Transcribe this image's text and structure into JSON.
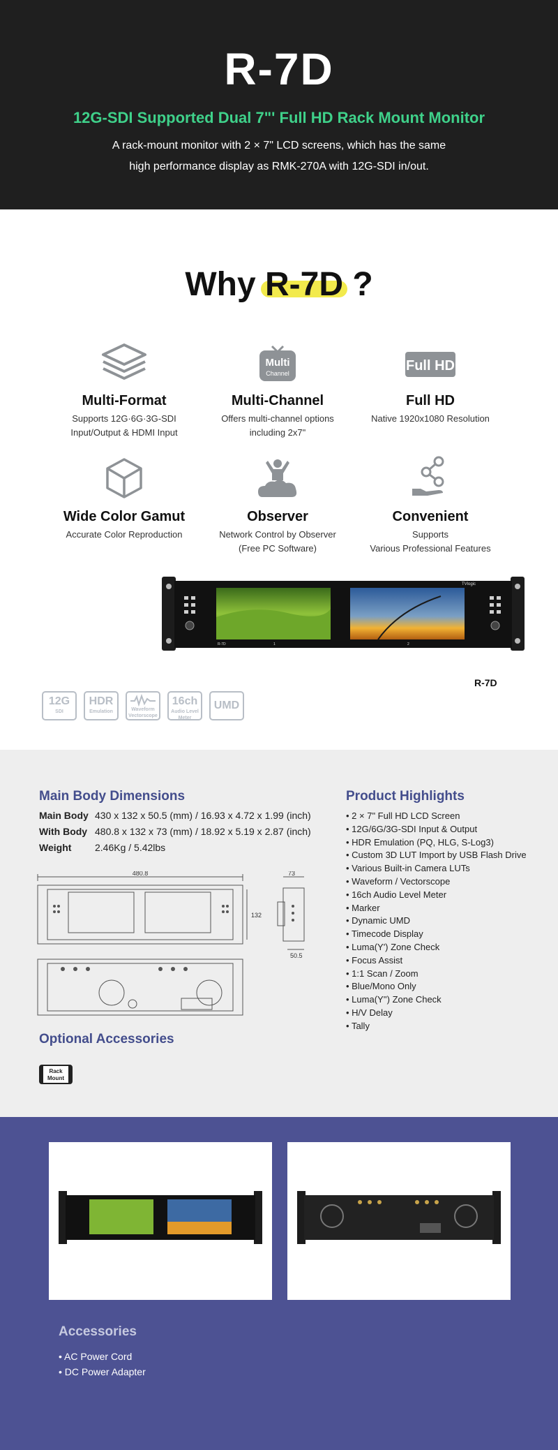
{
  "hero": {
    "title": "R-7D",
    "subtitle": "12G-SDI Supported Dual 7\"' Full HD Rack Mount Monitor",
    "desc_line1": "A rack-mount monitor with 2 × 7\" LCD screens, which has the same",
    "desc_line2": "high performance display as RMK-270A with 12G-SDI in/out."
  },
  "why": {
    "title_pre": "Why ",
    "title_highlight": "R-7D",
    "title_post": " ?",
    "features": [
      {
        "title": "Multi-Format",
        "line1": "Supports 12G·6G·3G-SDI",
        "line2": "Input/Output & HDMI Input",
        "icon": "layers-icon"
      },
      {
        "title": "Multi-Channel",
        "line1": "Offers multi-channel options",
        "line2": "including 2x7\"",
        "icon": "multi-channel-tv-icon",
        "icon_text1": "Multi",
        "icon_text2": "Channel"
      },
      {
        "title": "Full HD",
        "line1": "Native 1920x1080 Resolution",
        "line2": "",
        "icon": "full-hd-icon",
        "icon_text": "Full HD"
      },
      {
        "title": "Wide Color Gamut",
        "line1": "Accurate Color Reproduction",
        "line2": "",
        "icon": "cube-icon"
      },
      {
        "title": "Observer",
        "line1": "Network Control by Observer",
        "line2": "(Free PC Software)",
        "icon": "observer-icon"
      },
      {
        "title": "Convenient",
        "line1": "Supports",
        "line2": "Various Professional Features",
        "icon": "share-hand-icon"
      }
    ],
    "monitor_brand": "TVlogic",
    "monitor_model_tag": "R-7D",
    "screen1_num": "1",
    "screen2_num": "2",
    "monitor_label": "R-7D",
    "badges": [
      {
        "main": "12G",
        "sub": "SDI"
      },
      {
        "main": "HDR",
        "sub": "Emulation"
      },
      {
        "main": "~",
        "sub": "Waveform Vectorscope"
      },
      {
        "main": "16ch",
        "sub": "Audio Level Meter"
      },
      {
        "main": "UMD",
        "sub": ""
      }
    ]
  },
  "specs": {
    "dims_title": "Main Body Dimensions",
    "rows": [
      {
        "label": "Main Body",
        "value": "430 x 132 x 50.5 (mm) / 16.93 x 4.72 x 1.99 (inch)"
      },
      {
        "label": "With Body",
        "value": "480.8 x 132 x 73 (mm) / 18.92 x 5.19 x 2.87 (inch)"
      },
      {
        "label": "Weight",
        "value": "2.46Kg / 5.42lbs"
      }
    ],
    "drawing": {
      "width_label": "480.8",
      "height_label": "132",
      "depth_label": "73",
      "body_depth_label": "50.5"
    },
    "highlights_title": "Product Highlights",
    "highlights": [
      "2 × 7\" Full HD LCD Screen",
      "12G/6G/3G-SDI Input & Output",
      "HDR Emulation (PQ, HLG, S-Log3)",
      "Custom 3D LUT Import by USB Flash Drive",
      "Various Built-in Camera LUTs",
      "Waveform / Vectorscope",
      "16ch Audio Level Meter",
      "Marker",
      "Dynamic UMD",
      "Timecode Display",
      "Luma(Y') Zone Check",
      "Focus Assist",
      "1:1 Scan / Zoom",
      "Blue/Mono Only",
      "Luma(Y'') Zone Check",
      "H/V Delay",
      "Tally"
    ],
    "optional_title": "Optional Accessories",
    "rack_mount_line1": "Rack",
    "rack_mount_line2": "Mount"
  },
  "accessories": {
    "title": "Accessories",
    "items": [
      "AC Power Cord",
      "DC Power Adapter"
    ]
  },
  "colors": {
    "hero_bg": "#1f1f1f",
    "accent_green": "#3fd18a",
    "highlight_yellow": "#f2ea4c",
    "heading_blue": "#434d8c",
    "accessory_bg": "#4d5293",
    "icon_gray": "#8e9296"
  }
}
